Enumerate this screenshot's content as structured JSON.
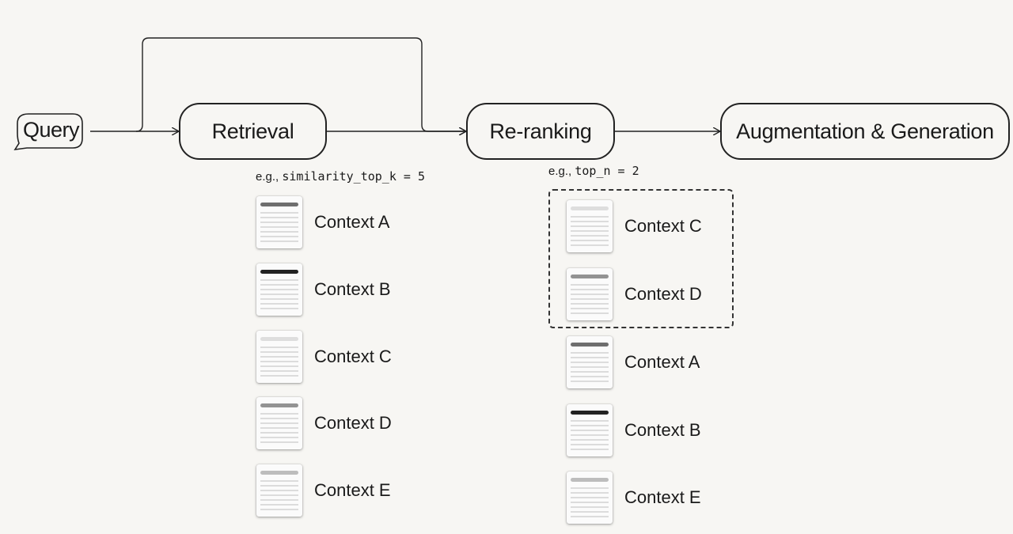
{
  "query": {
    "label": "Query"
  },
  "stages": {
    "retrieval": {
      "label": "Retrieval",
      "param_prefix": "e.g., ",
      "param_code": "similarity_top_k = 5"
    },
    "reranking": {
      "label": "Re-ranking",
      "param_prefix": "e.g., ",
      "param_code": "top_n = 2"
    },
    "generation": {
      "label": "Augmentation & Generation"
    }
  },
  "retrieved_contexts": [
    {
      "label": "Context A",
      "bar_color": "#6e6e6e"
    },
    {
      "label": "Context B",
      "bar_color": "#222222"
    },
    {
      "label": "Context C",
      "bar_color": "#dedede"
    },
    {
      "label": "Context D",
      "bar_color": "#939393"
    },
    {
      "label": "Context E",
      "bar_color": "#bdbdbd"
    }
  ],
  "reranked_contexts": [
    {
      "label": "Context C",
      "bar_color": "#dedede",
      "selected": true
    },
    {
      "label": "Context D",
      "bar_color": "#939393",
      "selected": true
    },
    {
      "label": "Context A",
      "bar_color": "#6e6e6e",
      "selected": false
    },
    {
      "label": "Context B",
      "bar_color": "#222222",
      "selected": false
    },
    {
      "label": "Context E",
      "bar_color": "#bdbdbd",
      "selected": false
    }
  ]
}
